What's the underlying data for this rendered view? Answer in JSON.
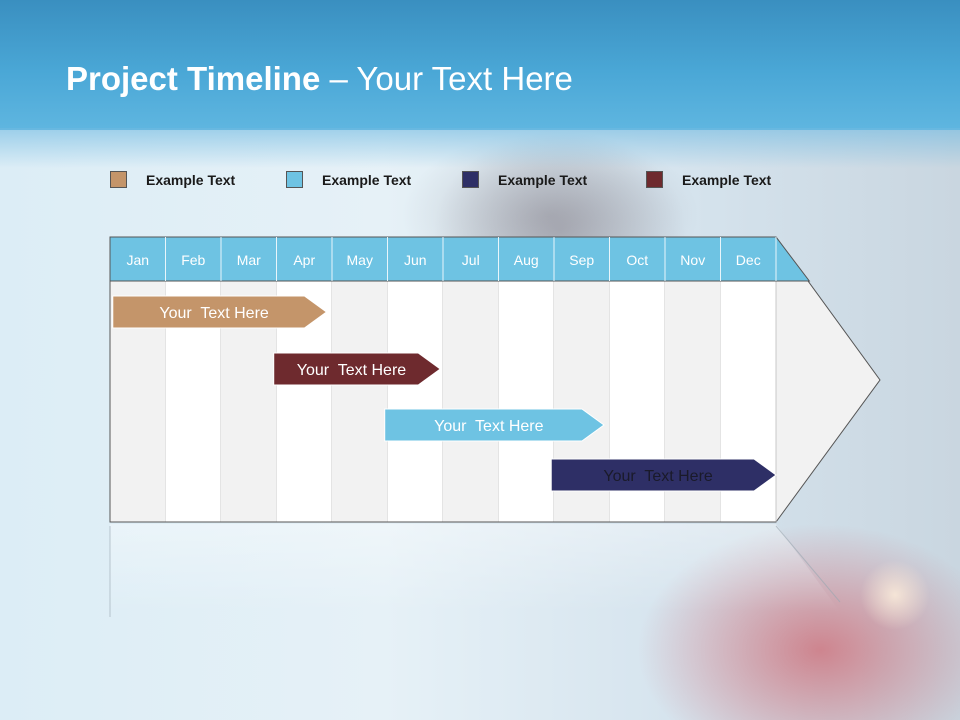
{
  "slide": {
    "title_bold": "Project Timeline",
    "title_rest": " – Your Text Here"
  },
  "legend": [
    {
      "label": "Example Text",
      "color": "#c4956a"
    },
    {
      "label": "Example Text",
      "color": "#6ec3e3"
    },
    {
      "label": "Example Text",
      "color": "#2e2f66"
    },
    {
      "label": "Example Text",
      "color": "#6e2a2e"
    }
  ],
  "timeline": {
    "months": [
      "Jan",
      "Feb",
      "Mar",
      "Apr",
      "May",
      "Jun",
      "Jul",
      "Aug",
      "Sep",
      "Oct",
      "Nov",
      "Dec"
    ],
    "header_color": "#6ec3e3",
    "tasks": [
      {
        "label": "Your  Text Here",
        "start_month": 1.05,
        "end_month": 4.9,
        "row": 0,
        "color": "#c4956a",
        "text_color": "#ffffff"
      },
      {
        "label": "Your  Text Here",
        "start_month": 3.95,
        "end_month": 6.95,
        "row": 1,
        "color": "#6e2a2e",
        "text_color": "#ffffff"
      },
      {
        "label": "Your  Text Here",
        "start_month": 5.95,
        "end_month": 9.9,
        "row": 2,
        "color": "#6ec3e3",
        "text_color": "#ffffff"
      },
      {
        "label": "Your  Text Here",
        "start_month": 8.95,
        "end_month": 13.0,
        "row": 3,
        "color": "#2e2f66",
        "text_color": "#1a1a2a"
      }
    ]
  }
}
